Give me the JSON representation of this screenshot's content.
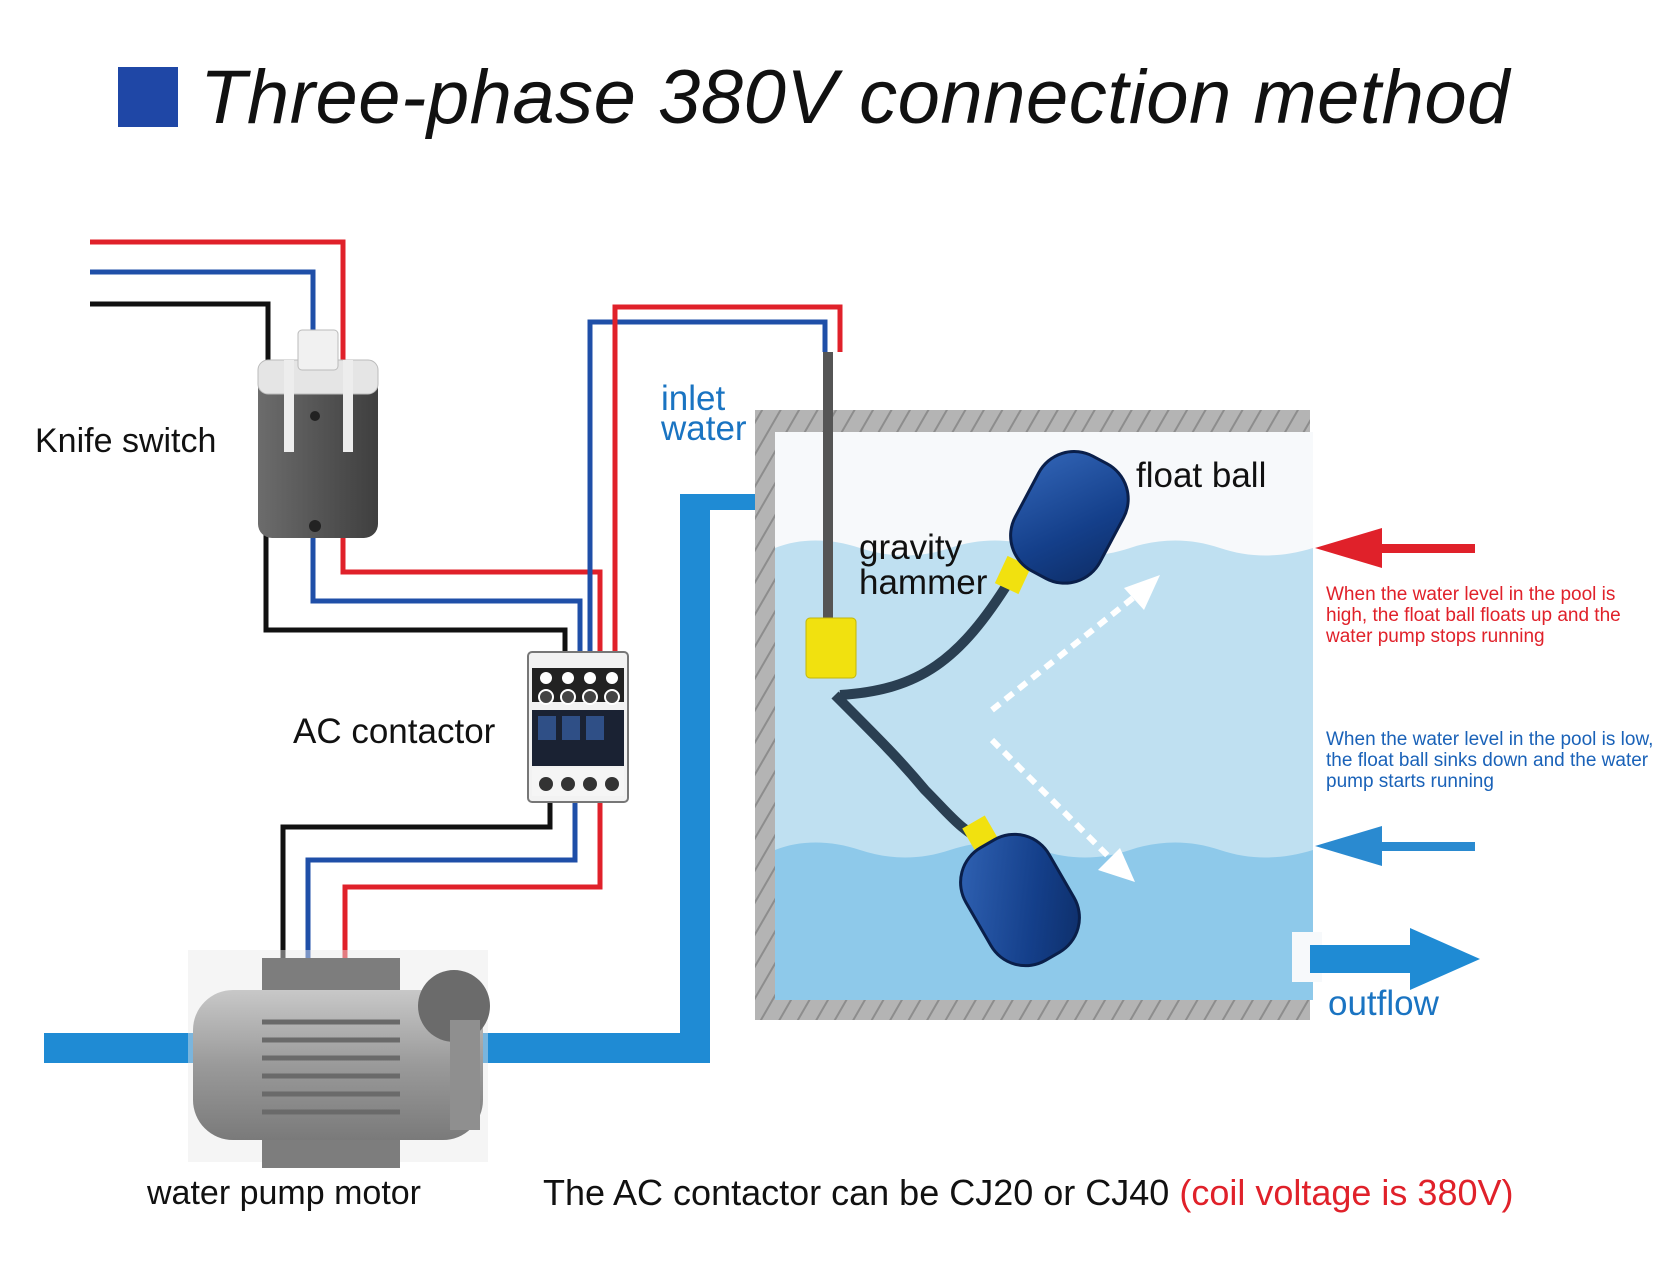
{
  "colors": {
    "title_square": "#1f47a6",
    "wire_red": "#e0212a",
    "wire_blue": "#1f4fa8",
    "wire_black": "#111111",
    "pipe_blue": "#1f8bd4",
    "label_blue": "#1a74c2",
    "note_red": "#e0212a",
    "note_blue": "#1a62b8",
    "water_high": "#bfe0f1",
    "water_low": "#8ec9ea",
    "tank_wall": "#9e9e9e",
    "float_ball": "#143f8a",
    "weight_yellow": "#f1e10f"
  },
  "title": "Three-phase 380V connection method",
  "labels": {
    "knife_switch": "Knife switch",
    "ac_contactor": "AC contactor",
    "water_pump_motor": "water pump motor",
    "inlet_water": "inlet water",
    "gravity_hammer": "gravity hammer",
    "float_ball": "float ball",
    "outflow": "outflow"
  },
  "notes": {
    "high_level": "When the water level in the pool is high, the float ball floats up and the water pump stops running",
    "low_level": "When the water level in the pool is low, the float ball sinks down and the water pump starts running"
  },
  "caption": {
    "main": "The AC contactor can be CJ20 or CJ40 ",
    "highlight": "(coil voltage is 380V)"
  },
  "icons": [
    "knife-switch-icon",
    "ac-contactor-icon",
    "water-pump-motor-icon",
    "float-ball-icon",
    "gravity-hammer-icon"
  ]
}
